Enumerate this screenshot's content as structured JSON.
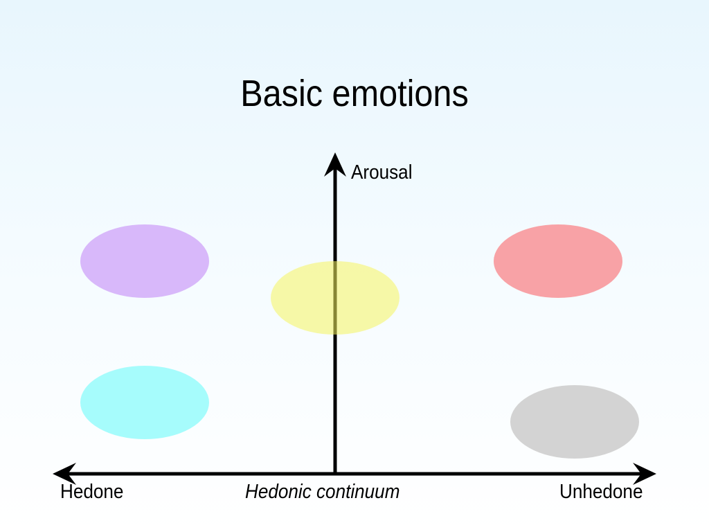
{
  "title": "Basic emotions",
  "axes": {
    "vertical_label": "Arousal",
    "horizontal_left_label": "Hedone",
    "horizontal_center_label": "Hedonic continuum",
    "horizontal_right_label": "Unhedone"
  },
  "ellipses": [
    {
      "id": "purple",
      "color": "#d8b8fa"
    },
    {
      "id": "yellow",
      "color": "#f6f45e",
      "opacity": 0.55
    },
    {
      "id": "red",
      "color": "#f8a2a6"
    },
    {
      "id": "cyan",
      "color": "#a6fcfc"
    },
    {
      "id": "gray",
      "color": "#d3d3d3"
    }
  ],
  "colors": {
    "axis": "#000000"
  }
}
